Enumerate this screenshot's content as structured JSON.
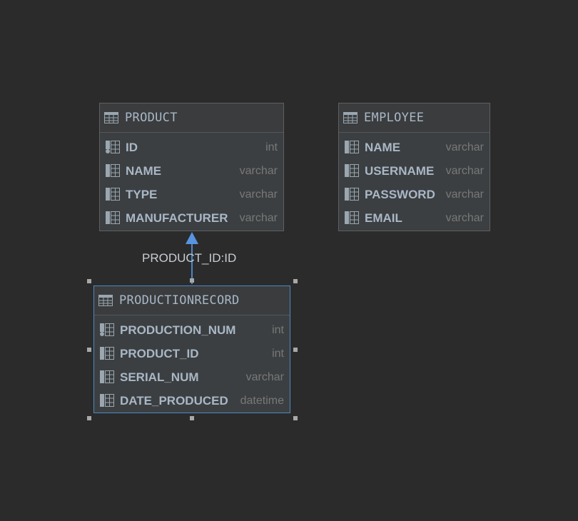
{
  "tables": {
    "product": {
      "name": "PRODUCT",
      "columns": [
        {
          "name": "ID",
          "type": "int",
          "icon": "key-column-icon"
        },
        {
          "name": "NAME",
          "type": "varchar",
          "icon": "column-icon"
        },
        {
          "name": "TYPE",
          "type": "varchar",
          "icon": "column-icon"
        },
        {
          "name": "MANUFACTURER",
          "type": "varchar",
          "icon": "column-icon"
        }
      ]
    },
    "employee": {
      "name": "EMPLOYEE",
      "columns": [
        {
          "name": "NAME",
          "type": "varchar",
          "icon": "column-icon"
        },
        {
          "name": "USERNAME",
          "type": "varchar",
          "icon": "column-icon"
        },
        {
          "name": "PASSWORD",
          "type": "varchar",
          "icon": "column-icon"
        },
        {
          "name": "EMAIL",
          "type": "varchar",
          "icon": "column-icon"
        }
      ]
    },
    "productionrecord": {
      "name": "PRODUCTIONRECORD",
      "selected": true,
      "columns": [
        {
          "name": "PRODUCTION_NUM",
          "type": "int",
          "icon": "key-column-icon"
        },
        {
          "name": "PRODUCT_ID",
          "type": "int",
          "icon": "column-icon"
        },
        {
          "name": "SERIAL_NUM",
          "type": "varchar",
          "icon": "column-icon"
        },
        {
          "name": "DATE_PRODUCED",
          "type": "datetime",
          "icon": "column-icon"
        }
      ]
    }
  },
  "relationship": {
    "label": "PRODUCT_ID:ID",
    "from": "PRODUCTIONRECORD",
    "to": "PRODUCT"
  },
  "colors": {
    "background": "#2b2b2b",
    "table_fill": "#3c3f41",
    "selection": "#4a88c7",
    "text": "#a9b7c6",
    "type_text": "#787878"
  }
}
